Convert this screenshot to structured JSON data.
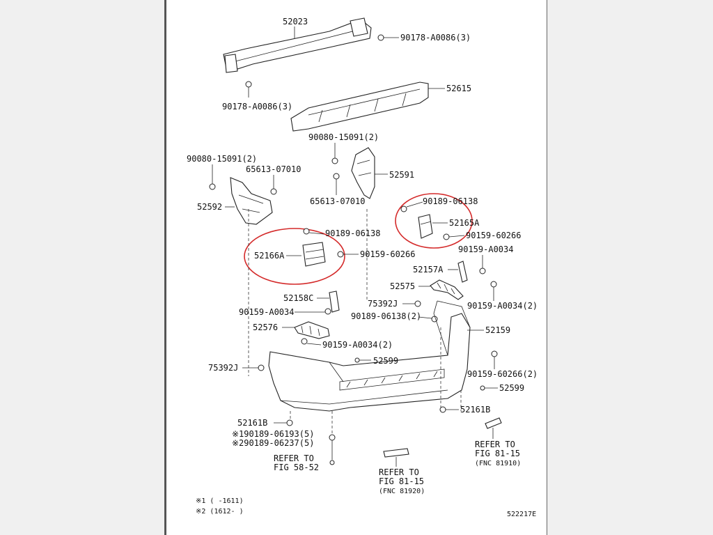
{
  "labels": {
    "p52023": "52023",
    "b90178a": "90178-A0086(3)",
    "b90178b": "90178-A0086(3)",
    "p52615": "52615",
    "b90080a": "90080-15091(2)",
    "b90080b": "90080-15091(2)",
    "b65613a": "65613-07010",
    "b65613b": "65613-07010",
    "p52591": "52591",
    "p52592": "52592",
    "b90189a": "90189-06138",
    "b90189b": "90189-06138",
    "p52165a": "52165A",
    "b90159r": "90159-60266",
    "p52166a": "52166A",
    "b90159l": "90159-60266",
    "b90159a0034a": "90159-A0034",
    "p52157a": "52157A",
    "p52575": "52575",
    "b90159a0034b": "90159-A0034(2)",
    "p52158c": "52158C",
    "b75392a": "75392J",
    "b90159a0034c": "90159-A0034",
    "b90189c": "90189-06138(2)",
    "p52159": "52159",
    "p52576": "52576",
    "b90159a0034d": "90159-A0034(2)",
    "p52599a": "52599",
    "b75392b": "75392J",
    "b90159_60266_2": "90159-60266(2)",
    "p52599b": "52599",
    "p52161b_r": "52161B",
    "p52161b_l": "52161B",
    "b90189_06193": "※190189-06193(5)",
    "b90189_06237": "※290189-06237(5)",
    "ref1_a": "REFER TO",
    "ref1_b": "FIG 58-52",
    "ref2_a": "REFER TO",
    "ref2_b": "FIG 81-15",
    "ref2_c": "(FNC 81920)",
    "ref3_a": "REFER TO",
    "ref3_b": "FIG 81-15",
    "ref3_c": "(FNC 81910)",
    "note1": "※1 (     -1611)",
    "note2": "※2 (1612-     )",
    "fig_id": "522217E"
  },
  "colors": {
    "highlight": "#d42a2a",
    "line": "#222222",
    "paper": "#ffffff",
    "frame": "#f0f0f0"
  }
}
